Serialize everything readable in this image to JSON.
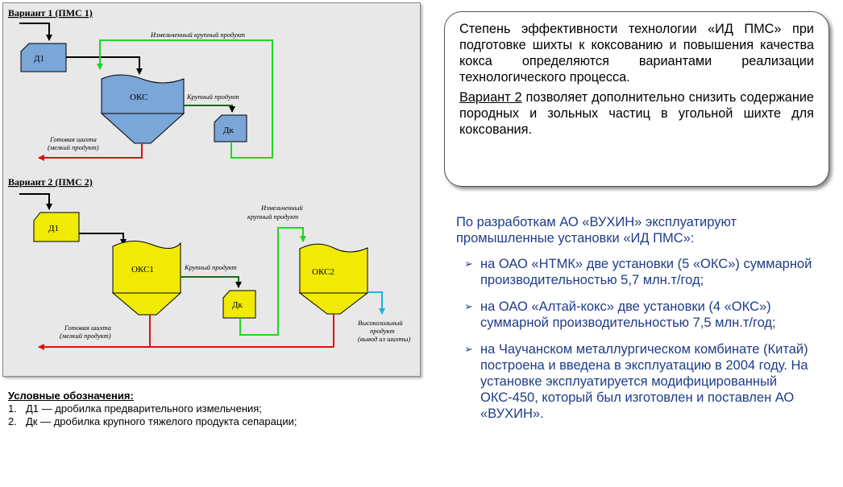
{
  "diagram": {
    "variant1": {
      "title": "Вариант 1 (ПМС 1)",
      "d1": "Д1",
      "oks": "ОКС",
      "dk": "Дк",
      "crushed_coarse": "Измельченный крупный продукт",
      "coarse": "Крупный продукт",
      "ready_line1": "Готовая шихта",
      "ready_line2": "(мелкий продукт)"
    },
    "variant2": {
      "title": "Вариант 2 (ПМС 2)",
      "d1": "Д1",
      "oks1": "ОКС1",
      "oks2": "ОКС2",
      "dk": "Дк",
      "crushed_line1": "Измельченный",
      "crushed_line2": "крупный продукт",
      "coarse": "Крупный продукт",
      "ready_line1": "Готовая шихта",
      "ready_line2": "(мелкий продукт)",
      "ash_line1": "Высокозольный",
      "ash_line2": "продукт",
      "ash_line3": "(вывод из шихты)"
    },
    "colors": {
      "blue": "#7aa6d8",
      "yellow": "#f0ea04",
      "green": "#22d422",
      "red": "#e01010",
      "cyan": "#20b0e0"
    }
  },
  "legend": {
    "title": "Условные обозначения:",
    "items": [
      {
        "num": "1.",
        "text": "Д1 — дробилка предварительного измельчения;"
      },
      {
        "num": "2.",
        "text": "Дк — дробилка крупного  тяжелого продукта сепарации;"
      }
    ]
  },
  "box": {
    "p1": "Степень эффективности технологии «ИД ПМС» при подготовке шихты к коксованию и повышения качества кокса определяются вариантами реализации технологического процесса.",
    "p2_underlined": "Вариант 2",
    "p2_rest": " позволяет дополнительно снизить содержание породных и зольных частиц в угольной шихте для коксования."
  },
  "right": {
    "intro": "По разработкам АО «ВУХИН» эксплуатируют промышленные установки «ИД ПМС»:",
    "bullets": [
      "на ОАО «НТМК» две установки (5 «ОКС») суммарной производительностью 5,7 млн.т/год;",
      "на ОАО «Алтай-кокс» две установки (4 «ОКС») суммарной производительностью 7,5 млн.т/год;",
      "на Чаучанском металлургическом комбинате (Китай) построена и введена в эксплуатацию в 2004 году. На установке эксплуатируется модифицированный ОКС-450, который был изготовлен и поставлен АО «ВУХИН»."
    ]
  }
}
